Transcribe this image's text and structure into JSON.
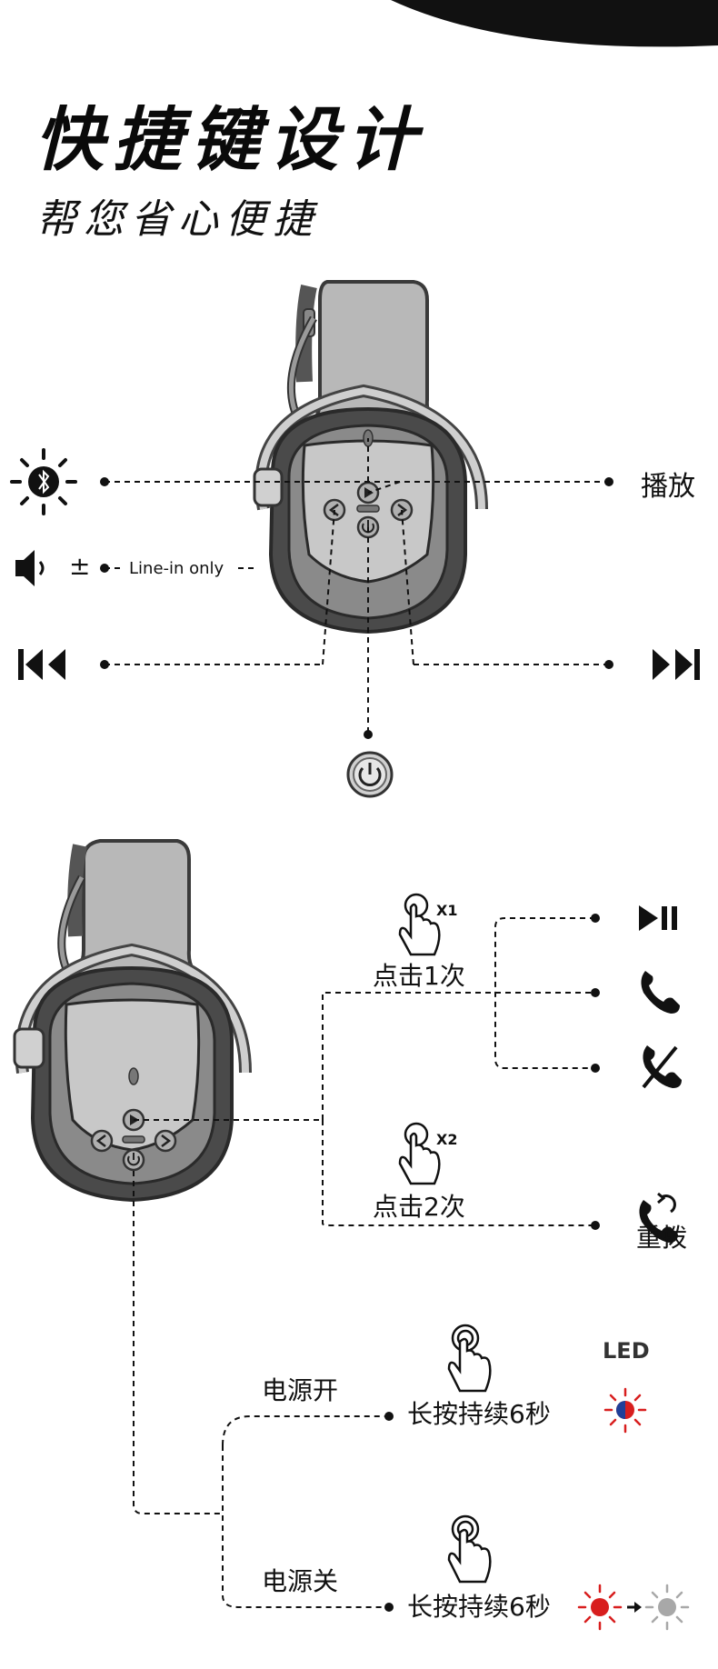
{
  "header": {
    "title": "快捷键设计",
    "subtitle": "帮您省心便捷"
  },
  "diagram_top": {
    "bluetooth_icon": "bluetooth-light-icon",
    "volume_icon": "speaker-volume-icon",
    "volume_symbol": "±",
    "line_in_label": "Line-in only",
    "play_label": "播放",
    "prev_icon": "previous-track-icon",
    "next_icon": "next-track-icon",
    "power_icon": "power-icon"
  },
  "diagram_bottom": {
    "tap_once_badge": "X1",
    "tap_once_label": "点击1次",
    "tap_twice_badge": "X2",
    "tap_twice_label": "点击2次",
    "play_pause_icon": "play-pause-icon",
    "answer_call_icon": "phone-answer-icon",
    "hangup_call_icon": "phone-hangup-icon",
    "redial_icon": "phone-redial-icon",
    "redial_label": "重拨",
    "power_on_label": "电源开",
    "power_off_label": "电源关",
    "long_press_on_label": "长按持续6秒",
    "long_press_off_label": "长按持续6秒",
    "led_label": "LED",
    "colors": {
      "led_red": "#d81e1e",
      "led_blue": "#1f3f99",
      "led_gray": "#a8a8a8",
      "ink": "#111111"
    }
  }
}
